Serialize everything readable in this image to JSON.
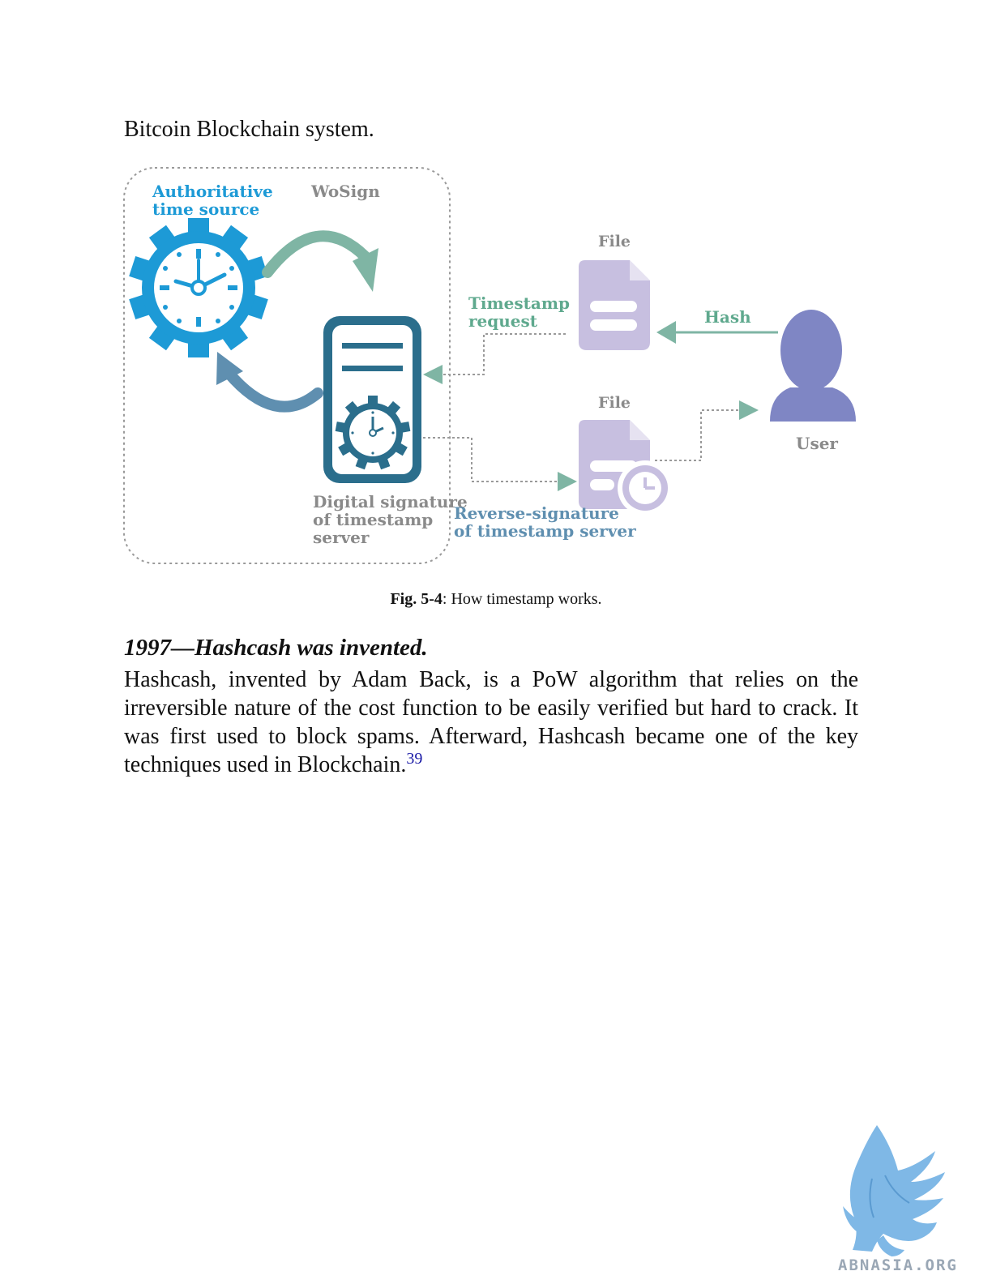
{
  "intro_text": "Bitcoin Blockchain system.",
  "figure": {
    "labels": {
      "time_source_line1": "Authoritative",
      "time_source_line2": "time source",
      "wosign": "WoSign",
      "file_top": "File",
      "file_bottom": "File",
      "timestamp_request_line1": "Timestamp",
      "timestamp_request_line2": "request",
      "hash": "Hash",
      "user": "User",
      "digital_signature_line1": "Digital signature",
      "digital_signature_line2": "of timestamp",
      "digital_signature_line3": "server",
      "reverse_signature_line1": "Reverse-signature",
      "reverse_signature_line2": "of timestamp server"
    },
    "icons": [
      "clock-gear-icon",
      "server-icon",
      "file-icon",
      "file-clock-icon",
      "user-icon",
      "curved-arrow-icon"
    ],
    "colors": {
      "blue": "#1d9ad6",
      "teal_dark": "#2b6e8c",
      "green_arrow": "#7fb5a4",
      "green_text": "#5fa98e",
      "lavender": "#c7bfe0",
      "user_purple": "#7f86c4",
      "gray_label": "#8a8a8a"
    }
  },
  "caption": {
    "label": "Fig. 5-4",
    "text": ": How timestamp works."
  },
  "section": {
    "heading": "1997—Hashcash was invented.",
    "body": "Hashcash, invented by Adam Back, is a PoW algorithm that relies on the irreversible nature of the cost function to be easily verified but hard to crack. It was first used to block spams. Afterward, Hashcash became one of the key techniques used in Blockchain.",
    "footnote_ref": "39"
  },
  "watermark": {
    "text": "ABNASIA.ORG",
    "icon": "griffin-logo-icon"
  }
}
